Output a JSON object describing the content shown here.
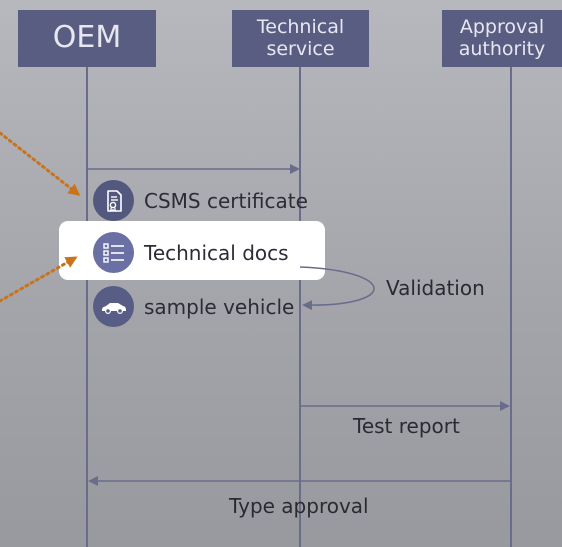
{
  "actors": [
    {
      "label": "OEM"
    },
    {
      "label": "Technical\nservice"
    },
    {
      "label": "Approval\nauthority"
    }
  ],
  "documents": [
    {
      "label": "CSMS certificate",
      "icon": "certificate-icon"
    },
    {
      "label": "Technical docs",
      "icon": "checklist-icon"
    },
    {
      "label": "sample vehicle",
      "icon": "car-icon"
    }
  ],
  "messages": {
    "validation": "Validation",
    "test_report": "Test report",
    "type_approval": "Type approval"
  },
  "colors": {
    "actor_bg": "#5a5d82",
    "lifeline": "#6a6c8c",
    "pointer": "#c9731c",
    "highlight": "#ffffff"
  }
}
